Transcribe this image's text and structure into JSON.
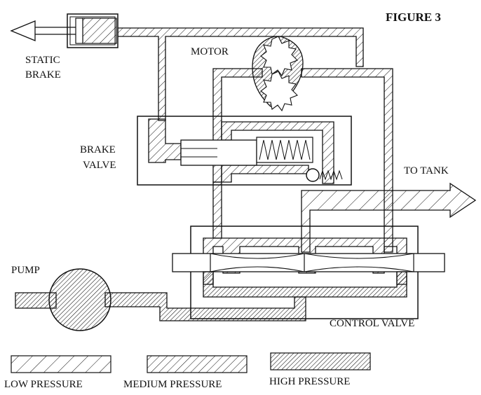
{
  "figure": {
    "title": "FIGURE 3",
    "labels": {
      "static_brake_1": "STATIC",
      "static_brake_2": "BRAKE",
      "motor": "MOTOR",
      "brake_valve_1": "BRAKE",
      "brake_valve_2": "VALVE",
      "to_tank": "TO TANK",
      "pump": "PUMP",
      "control_valve": "CONTROL VALVE"
    },
    "legend": [
      {
        "label": "LOW PRESSURE",
        "pattern": "low"
      },
      {
        "label": "MEDIUM PRESSURE",
        "pattern": "medium"
      },
      {
        "label": "HIGH PRESSURE",
        "pattern": "high"
      }
    ],
    "colors": {
      "line": "#111111",
      "background": "#ffffff"
    }
  }
}
